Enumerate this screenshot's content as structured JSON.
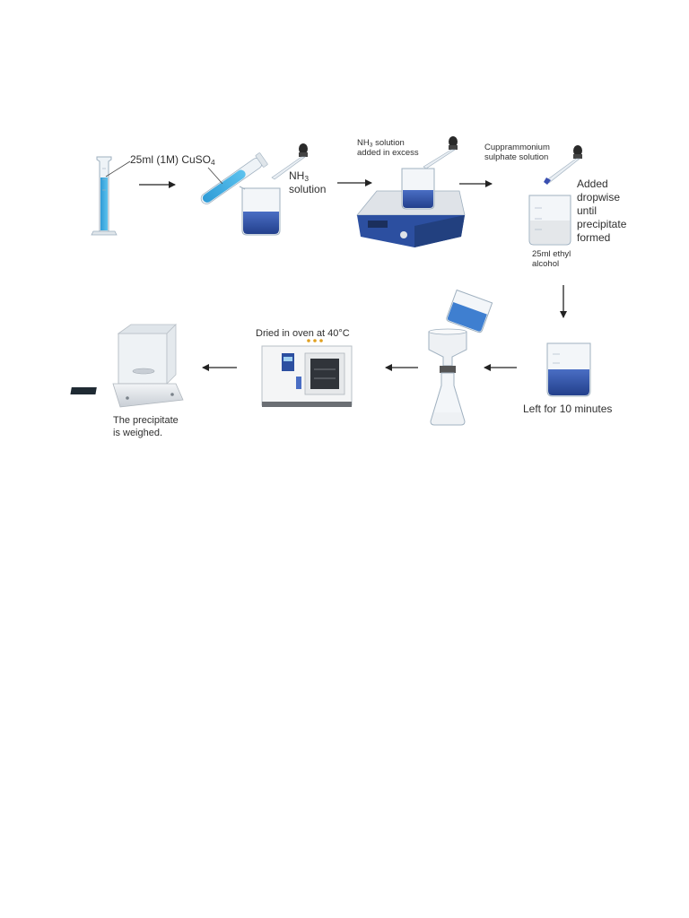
{
  "labels": {
    "cuso4_prefix": "25ml (1M) CuSO",
    "cuso4_sub": "4",
    "nh3_left": "NH",
    "nh3_left_sub": "3",
    "nh3_right_word": "solution",
    "nh3_excess_prefix": "NH",
    "nh3_excess_sub": "3",
    "nh3_excess_rest": " solution",
    "nh3_excess_line2": "added in excess",
    "cupram_line1": "Cupprammonium",
    "cupram_line2": "sulphate solution",
    "added_line1": "Added",
    "added_line2": "dropwise",
    "added_line3": "until",
    "added_line4": "precipitate",
    "added_line5": "formed",
    "ethyl_line1": "25ml ethyl",
    "ethyl_line2": "alcohol",
    "left_for": "Left for 10 minutes",
    "dried": "Dried in oven at 40°C",
    "weighed_line1": "The precipitate",
    "weighed_line2": "is weighed."
  },
  "icons": [
    "graduated-cylinder-icon",
    "test-tube-icon",
    "dropper-icon",
    "beaker-icon",
    "hot-plate-stirrer-icon",
    "buchner-funnel-icon",
    "erlenmeyer-flask-icon",
    "drying-oven-icon",
    "analytical-balance-icon",
    "arrow-icon"
  ],
  "colors": {
    "solution_blue": "#2f4f9e",
    "cylinder_cyan": "#3aa8e0",
    "arrow": "#222222",
    "glass": "#c9d6e2"
  }
}
